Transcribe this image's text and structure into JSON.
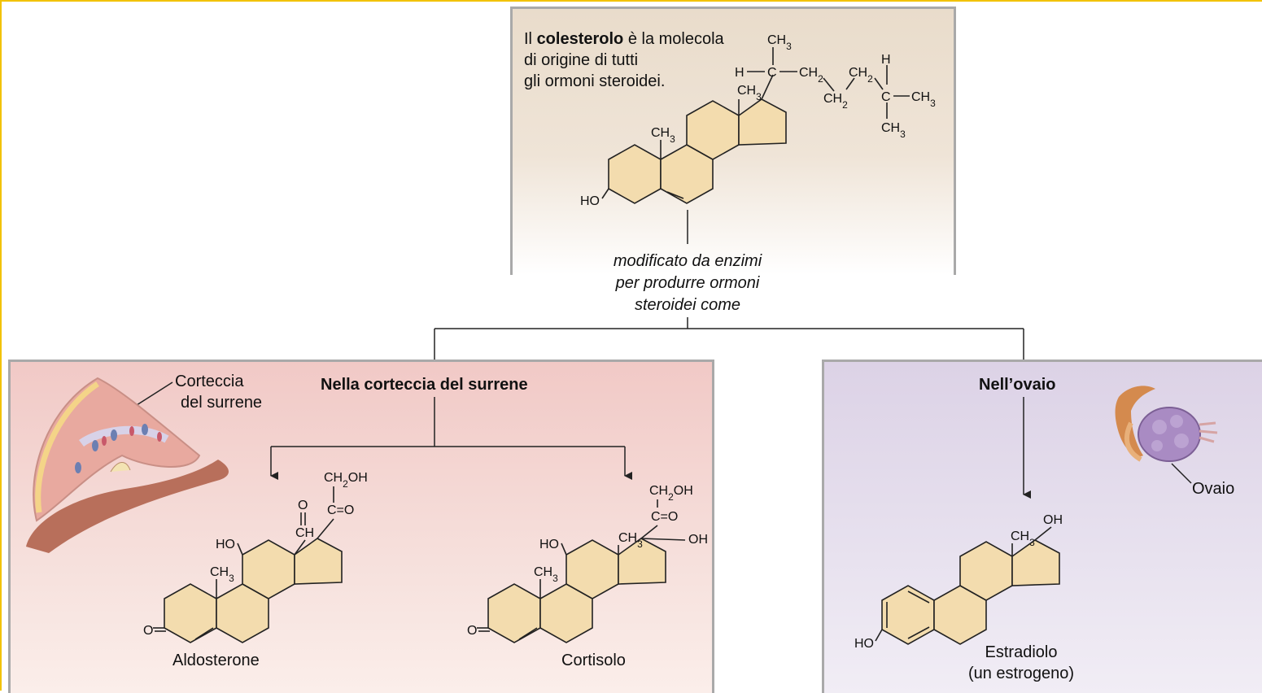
{
  "intro": {
    "prefix": "Il ",
    "bold": "colesterolo",
    "suffix": " è la molecola",
    "line2": "di origine di tutti",
    "line3": "gli ormoni steroidei."
  },
  "modification": {
    "line1": "modificato da enzimi",
    "line2": "per produrre ormoni",
    "line3": "steroidei come"
  },
  "adrenal": {
    "title": "Nella corteccia del surrene",
    "callout_line1": "Corteccia",
    "callout_line2": "del surrene",
    "products": [
      "Aldosterone",
      "Cortisolo"
    ]
  },
  "ovary": {
    "title": "Nell’ovaio",
    "callout": "Ovaio",
    "product_line1": "Estradiolo",
    "product_line2": "(un estrogeno)"
  },
  "chem_labels": {
    "ch3": "CH3",
    "h": "H",
    "c": "C",
    "ch2": "CH2",
    "ho": "HO",
    "oh": "OH",
    "ch2oh": "CH2OH",
    "co": "C=O",
    "o": "O",
    "ch": "CH"
  },
  "colors": {
    "ring_fill": "#f3dcae",
    "ring_stroke": "#222222",
    "top_panel": "#e9dccb",
    "adrenal_panel": "#f1c9c6",
    "ovary_panel": "#dcd2e6",
    "accent_border": "#f2c200"
  }
}
